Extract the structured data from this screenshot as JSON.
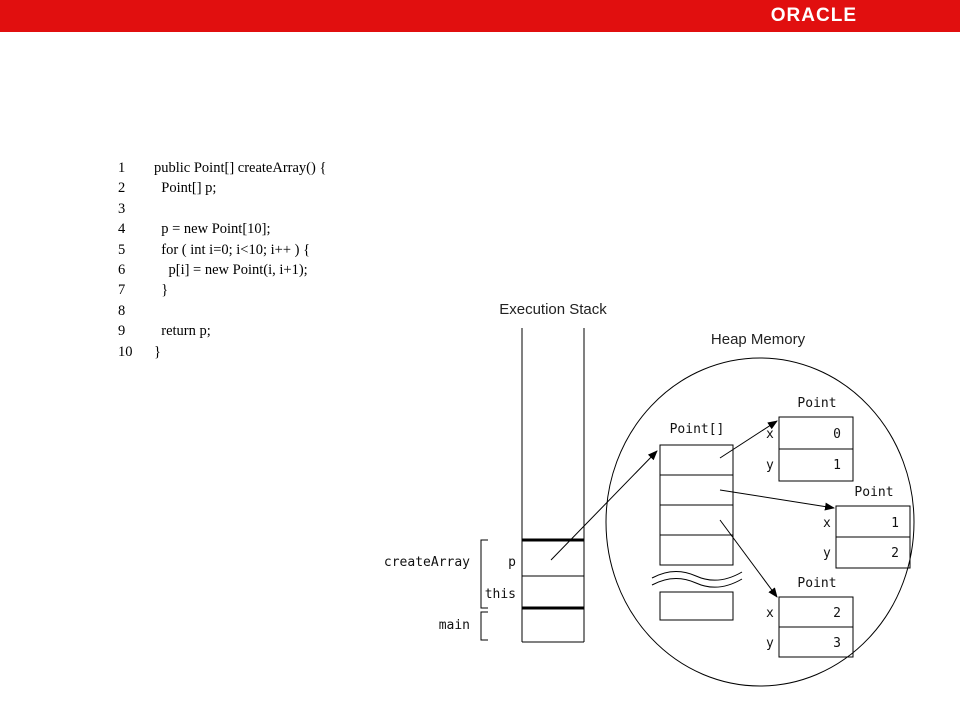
{
  "brand": {
    "logo_text": "ORACLE",
    "bar_color": "#e10f0f"
  },
  "code": {
    "lines": [
      {
        "num": "1",
        "text": "public Point[] createArray() {"
      },
      {
        "num": "2",
        "text": "  Point[] p;"
      },
      {
        "num": "3",
        "text": ""
      },
      {
        "num": "4",
        "text": "  p = new Point[10];"
      },
      {
        "num": "5",
        "text": "  for ( int i=0; i<10; i++ ) {"
      },
      {
        "num": "6",
        "text": "    p[i] = new Point(i, i+1);"
      },
      {
        "num": "7",
        "text": "  }"
      },
      {
        "num": "8",
        "text": ""
      },
      {
        "num": "9",
        "text": "  return p;"
      },
      {
        "num": "10",
        "text": "}"
      }
    ]
  },
  "diagram": {
    "stack_title": "Execution Stack",
    "heap_title": "Heap Memory",
    "frame_create": "createArray",
    "frame_main": "main",
    "var_p": "p",
    "var_this": "this",
    "array_label": "Point[]",
    "points": [
      {
        "label": "Point",
        "x_name": "x",
        "y_name": "y",
        "x_value": "0",
        "y_value": "1"
      },
      {
        "label": "Point",
        "x_name": "x",
        "y_name": "y",
        "x_value": "1",
        "y_value": "2"
      },
      {
        "label": "Point",
        "x_name": "x",
        "y_name": "y",
        "x_value": "2",
        "y_value": "3"
      }
    ]
  }
}
